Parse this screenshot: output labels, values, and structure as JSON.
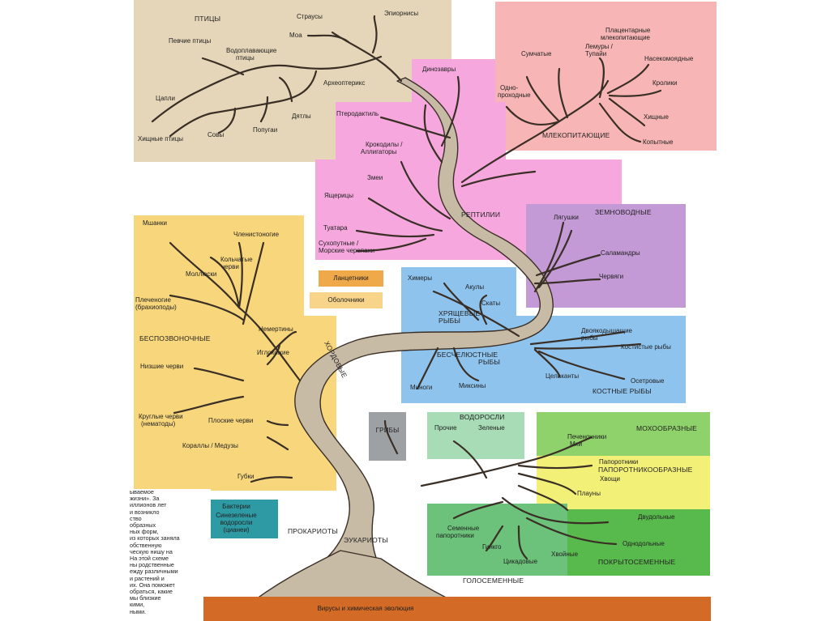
{
  "colors": {
    "birds_bg": "#e6d6b9",
    "mammals_bg": "#f7b6b5",
    "reptiles_bg": "#f6a8de",
    "amphibians_bg": "#c39ad6",
    "fishes_bg": "#8ec3ee",
    "invertebrates_bg": "#f8d77c",
    "lancelet_bg": "#f0a94a",
    "tunicate_bg": "#f7d48a",
    "fungi_bg": "#9da1a4",
    "algae_bg": "#a7dcb6",
    "mosses_bg": "#8fd16a",
    "ferns_bg": "#f3f078",
    "angiosperms_bg": "#58b94c",
    "gymnosperms_bg": "#6cc27a",
    "prokaryotes_bg": "#2e9aa3",
    "ground": "#d36a25",
    "trunk": "#c8bba6",
    "trunk_outline": "#3a2f26"
  },
  "birds": {
    "title": "ПТИЦЫ",
    "ostriches": "Страусы",
    "aepyornis": "Эпиорнисы",
    "moa": "Моа",
    "songbirds": "Певчие птицы",
    "waterfowl_1": "Водоплавающие",
    "waterfowl_2": "птицы",
    "archaeopteryx": "Археоптерикс",
    "herons": "Цапли",
    "birds_of_prey": "Хищные птицы",
    "owls": "Совы",
    "parrots": "Попугаи",
    "woodpeckers": "Дятлы"
  },
  "mammals": {
    "title": "МЛЕКОПИТАЮЩИЕ",
    "placental_1": "Плацентарные",
    "placental_2": "млекопитающие",
    "marsupials": "Сумчатые",
    "lemurs_1": "Лемуры /",
    "lemurs_2": "Тупайи",
    "insectivores": "Насекомоядные",
    "monotremes_1": "Одно-",
    "monotremes_2": "проходные",
    "rabbits": "Кролики",
    "carnivores": "Хищные",
    "ungulates": "Копытные"
  },
  "reptiles": {
    "title": "РЕПТИЛИИ",
    "dinosaurs": "Динозавры",
    "pterodactyl": "Птеродактиль",
    "crocodiles_1": "Крокодилы /",
    "crocodiles_2": "Аллигаторы",
    "snakes": "Змеи",
    "lizards": "Ящерицы",
    "tuatara": "Туатара",
    "turtles_1": "Сухопутные /",
    "turtles_2": "Морские черепахи"
  },
  "amphibians": {
    "title": "ЗЕМНОВОДНЫЕ",
    "frogs": "Лягушки",
    "salamanders": "Саламандры",
    "worms": "Червяги"
  },
  "fishes": {
    "cartilaginous_1": "ХРЯЩЕВЫЕ",
    "cartilaginous_2": "РЫБЫ",
    "chimaeras": "Химеры",
    "sharks": "Акулы",
    "rays": "Скаты",
    "jawless_1": "БЕСЧЕЛЮСТНЫЕ",
    "jawless_2": "РЫБЫ",
    "lampreys": "Миноги",
    "hagfish": "Миксины",
    "lungfish_1": "Двоякодышащие",
    "lungfish_2": "рыбы",
    "bony_fish_lbl": "Костистые рыбы",
    "coelacanths": "Целаканты",
    "sturgeons": "Осетровые",
    "bony_title": "КОСТНЫЕ РЫБЫ"
  },
  "invertebrates": {
    "title": "БЕСПОЗВОНОЧНЫЕ",
    "bryozoa": "Мшанки",
    "arthropods": "Членистоногие",
    "annelids_1": "Кольчатые",
    "annelids_2": "черви",
    "molluscs": "Моллюски",
    "brachiopods_1": "Плеченогие",
    "brachiopods_2": "(брахиоподы)",
    "nemerteans": "Немертины",
    "echinoderms": "Иглокожие",
    "lower_worms": "Низшие черви",
    "roundworms_1": "Круглые черви",
    "roundworms_2": "(нематоды)",
    "flatworms": "Плоские черви",
    "corals": "Кораллы / Медузы",
    "sponges": "Губки",
    "chordates": "ХОРДОВЫЕ"
  },
  "small_boxes": {
    "lancelets": "Ланцетники",
    "tunicates": "Оболочники"
  },
  "plants": {
    "fungi": "ГРИБЫ",
    "algae_title": "ВОДОРОСЛИ",
    "algae_other": "Прочие",
    "algae_green": "Зеленые",
    "mosses_title": "МОХООБРАЗНЫЕ",
    "liverworts_1": "Печеночники",
    "liverworts_2": "Мхи",
    "ferns_1": "Папоротники",
    "ferns_title": "ПАПОРОТНИКООБРАЗНЫЕ",
    "horsetails": "Хвощи",
    "clubmosses": "Плауны",
    "dicots": "Двудольные",
    "monocots": "Однодольные",
    "angiosperms": "ПОКРЫТОСЕМЕННЫЕ",
    "seed_ferns_1": "Семенные",
    "seed_ferns_2": "папоротники",
    "ginkgo": "Гинкго",
    "conifers": "Хвойные",
    "cycads": "Цикадовые",
    "gymnosperms": "ГОЛОСЕМЕННЫЕ"
  },
  "prokaryotes": {
    "bacteria": "Бактерии",
    "cyanobacteria_1": "Синезеленые",
    "cyanobacteria_2": "водоросли",
    "cyanobacteria_3": "(цианеи)",
    "title": "ПРОКАРИОТЫ",
    "eukaryotes": "ЭУКАРИОТЫ"
  },
  "ground_label": "Вирусы и химическая эволюция",
  "side_text": "ываемое\nжизни». За\nиллионов лет\nи возникло\nство\nобразных\nных форм,\nиз которых заняла\nобственную\nческую нишу на\nНа этой схеме\nны родственные\nежду различными\nи растений и\nих. Она поможет\nобраться, какие\nмы близкие\nкими,\nными."
}
